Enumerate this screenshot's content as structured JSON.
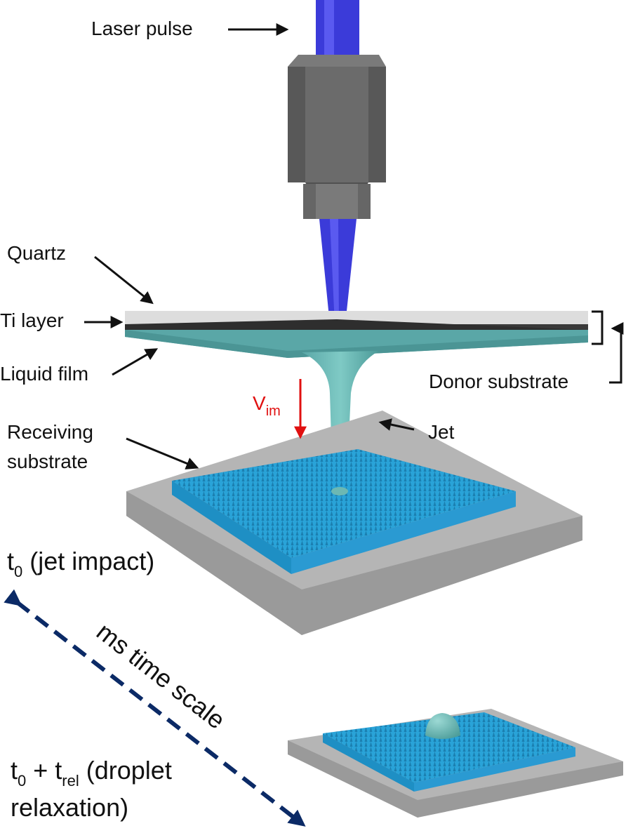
{
  "labels": {
    "laser_pulse": "Laser pulse",
    "quartz": "Quartz",
    "ti_layer": "Ti layer",
    "liquid_film": "Liquid film",
    "donor_substrate": "Donor substrate",
    "velocity_main": "V",
    "velocity_sub": "im",
    "jet": "Jet",
    "receiving_line1": "Receiving",
    "receiving_line2": "substrate",
    "t0_main": "t",
    "t0_sub": "0",
    "t0_rest": " (jet impact)",
    "time_scale": "ms time scale",
    "relax_t": "t",
    "relax_t_sub": "0",
    "relax_plus": " + t",
    "relax_rel_sub": "rel",
    "relax_rest": " (droplet",
    "relax_line2": "relaxation)"
  },
  "colors": {
    "laser_beam": "#3b3bd9",
    "objective_body": "#6b6b6b",
    "quartz": "#dddddd",
    "ti_layer": "#3a3a3a",
    "liquid_film": "#5aa7a7",
    "jet": "#6cb8b3",
    "receiving_substrate": "#29a3d8",
    "base_plate": "#b5b5b5",
    "velocity_arrow": "#e01010",
    "time_arrow": "#0b2a66"
  },
  "icons": {
    "objective": "microscope-objective-icon",
    "droplet": "droplet-icon"
  }
}
